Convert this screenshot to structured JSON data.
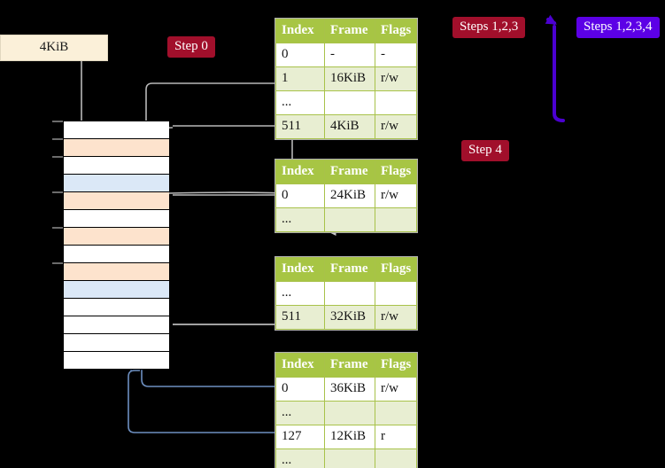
{
  "diagram": {
    "title_labels": {
      "size_label": "4KiB",
      "step0": "Step 0",
      "steps123": "Steps 1,2,3",
      "steps1234": "Steps 1,2,3,4",
      "step4": "Step 4"
    },
    "colors": {
      "background": "#000000",
      "table_header": "#a7c544",
      "table_alt_row": "#e8eed2",
      "highlight_cell": "#fbf58f",
      "badge_red": "#a10f2b",
      "badge_violet": "#5c00e6",
      "size_label_bg": "#fbf0d9",
      "memory_peach": "#fde3cd",
      "memory_blue": "#dbe8f7",
      "wire_gray": "#b8b8b8",
      "wire_blue": "#6d8fc0",
      "arrow_violet": "#5c00e6"
    },
    "tables": [
      {
        "name": "pml4-table",
        "headers": [
          "Index",
          "Frame",
          "Flags"
        ],
        "rows": [
          {
            "cells": [
              "0",
              "-",
              "-"
            ],
            "alt": false,
            "highlight": false
          },
          {
            "cells": [
              "1",
              "16KiB",
              "r/w"
            ],
            "alt": true,
            "highlight": false
          },
          {
            "cells": [
              "...",
              "",
              ""
            ],
            "alt": false,
            "highlight": false
          },
          {
            "cells": [
              "511",
              "4KiB",
              "r/w"
            ],
            "alt": true,
            "highlight": true
          }
        ]
      },
      {
        "name": "pdp-table",
        "headers": [
          "Index",
          "Frame",
          "Flags"
        ],
        "rows": [
          {
            "cells": [
              "0",
              "24KiB",
              "r/w"
            ],
            "alt": false,
            "highlight": false
          },
          {
            "cells": [
              "...",
              "",
              ""
            ],
            "alt": true,
            "highlight": false
          }
        ]
      },
      {
        "name": "pd-table",
        "headers": [
          "Index",
          "Frame",
          "Flags"
        ],
        "rows": [
          {
            "cells": [
              "...",
              "",
              ""
            ],
            "alt": false,
            "highlight": false
          },
          {
            "cells": [
              "511",
              "32KiB",
              "r/w"
            ],
            "alt": true,
            "highlight": false
          }
        ]
      },
      {
        "name": "pt-table",
        "headers": [
          "Index",
          "Frame",
          "Flags"
        ],
        "rows": [
          {
            "cells": [
              "0",
              "36KiB",
              "r/w"
            ],
            "alt": false,
            "highlight": false
          },
          {
            "cells": [
              "...",
              "",
              ""
            ],
            "alt": true,
            "highlight": false
          },
          {
            "cells": [
              "127",
              "12KiB",
              "r"
            ],
            "alt": false,
            "highlight": false
          },
          {
            "cells": [
              "...",
              "",
              ""
            ],
            "alt": true,
            "highlight": false
          }
        ]
      }
    ],
    "memory_column": {
      "name": "physical-memory-column",
      "rows": [
        {
          "fill": "white",
          "tick": true
        },
        {
          "fill": "peach",
          "tick": true
        },
        {
          "fill": "white",
          "tick": true
        },
        {
          "fill": "blue",
          "tick": false
        },
        {
          "fill": "peach",
          "tick": true
        },
        {
          "fill": "white",
          "tick": false
        },
        {
          "fill": "peach",
          "tick": true
        },
        {
          "fill": "white",
          "tick": false
        },
        {
          "fill": "peach",
          "tick": true
        },
        {
          "fill": "blue",
          "tick": false
        },
        {
          "fill": "white",
          "tick": false
        },
        {
          "fill": "white",
          "tick": false
        },
        {
          "fill": "white",
          "tick": false
        },
        {
          "fill": "white",
          "tick": false
        }
      ]
    }
  }
}
